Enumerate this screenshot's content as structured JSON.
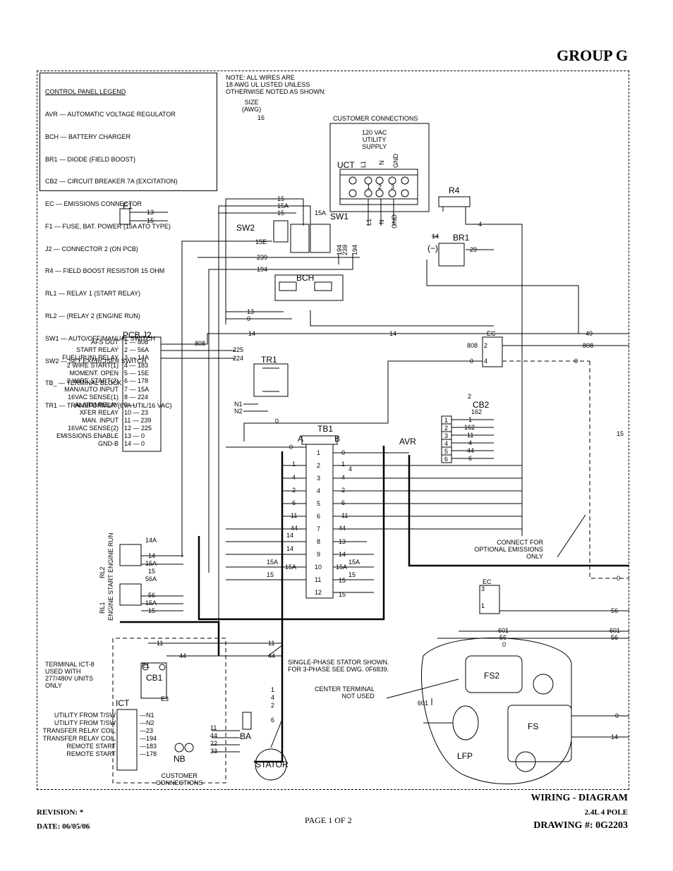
{
  "header": {
    "group": "GROUP G"
  },
  "legend": {
    "title": "CONTROL PANEL LEGEND",
    "items": [
      "AVR — AUTOMATIC VOLTAGE REGULATOR",
      "BCH — BATTERY CHARGER",
      "BR1 — DIODE (FIELD BOOST)",
      "CB2 — CIRCUIT BREAKER 7A (EXCITATION)",
      "EC — EMISSIONS CONNECTOR",
      "F1 — FUSE, BAT. POWER (15A ATO TYPE)",
      "J2 — CONNECTOR 2 (ON PCB)",
      "R4 — FIELD BOOST RESISTOR 15 OHM",
      "RL1 — RELAY 1 (START RELAY)",
      "RL2 — (RELAY 2 (ENGINE RUN)",
      "SW1 — AUTO/OFF/MANUAL SWITCH",
      "SW2 — SET EXERCISER SWITCH",
      "TB_ — TERMINAL BLOCK",
      "TR1 — TRANSFORMER (6VA UTIL/16 VAC)"
    ]
  },
  "notes": {
    "wire_note": "NOTE: ALL WIRES ARE\n18 AWG UL LISTED UNLESS\nOTHERWISE NOTED AS SHOWN:",
    "size": "SIZE\n(AWG)",
    "size_val": "16",
    "customer_connections": "CUSTOMER CONNECTIONS",
    "supply": "120 VAC\nUTILITY\nSUPPLY",
    "uct": "UCT",
    "stator_note": "SINGLE-PHASE STATOR SHOWN.\nFOR 3-PHASE SEE DWG. 0F6839.",
    "center_terminal": "CENTER TERMINAL\nNOT USED",
    "connect_emissions": "CONNECT FOR\nOPTIONAL EMISSIONS\nONLY",
    "ict_note": "TERMINAL ICT-8\nUSED WITH\n277/480V UNITS\nONLY",
    "customer_connections_bottom": "CUSTOMER\nCONNECTIONS"
  },
  "components": {
    "f1": "F1",
    "sw1": "SW1",
    "sw2": "SW2",
    "bch": "BCH",
    "r4": "R4",
    "br1": "BR1",
    "br1_minus": "(−)",
    "pcb": "PCB  J2",
    "tr1": "TR1",
    "tb1": "TB1",
    "tb_a": "A",
    "tb_b": "B",
    "avr": "AVR",
    "cb2": "CB2",
    "ec": "EC",
    "rl2": "RL2",
    "rl2_sub": "ENGINE RUN",
    "rl1": "RL1",
    "rl1_sub": "ENGINE START",
    "cb1": "CB1",
    "e1": "E1",
    "e3": "E3",
    "ict": "ICT",
    "ba": "BA",
    "nb": "NB",
    "stator": "STATOR",
    "fs2": "FS2",
    "fs": "FS",
    "lfp": "LFP"
  },
  "pcb_pins": [
    {
      "label": "AFS OUT",
      "pin": "1",
      "wire": "808"
    },
    {
      "label": "START RELAY",
      "pin": "2",
      "wire": "56A"
    },
    {
      "label": "FUEL(RUN) RELAY",
      "pin": "3",
      "wire": "14A"
    },
    {
      "label": "2 WIRE START(1)",
      "pin": "4",
      "wire": "183"
    },
    {
      "label": "MOMENT. OPEN",
      "pin": "5",
      "wire": "15E"
    },
    {
      "label": "2 WIRE START(2)",
      "pin": "6",
      "wire": "178"
    },
    {
      "label": "MAN/AUTO INPUT",
      "pin": "7",
      "wire": "15A"
    },
    {
      "label": "16VAC SENSE(1)",
      "pin": "8",
      "wire": "224"
    },
    {
      "label": "ALARM RELAY",
      "pin": "9",
      "wire": ""
    },
    {
      "label": "XFER RELAY",
      "pin": "10",
      "wire": "23"
    },
    {
      "label": "MAN. INPUT",
      "pin": "11",
      "wire": "239"
    },
    {
      "label": "16VAC SENSE(2)",
      "pin": "12",
      "wire": "225"
    },
    {
      "label": "EMISSIONS ENABLE",
      "pin": "13",
      "wire": "0"
    },
    {
      "label": "GND-B",
      "pin": "14",
      "wire": "0"
    }
  ],
  "tb1_rows": [
    {
      "n": "1",
      "l": "0",
      "r": "0"
    },
    {
      "n": "2",
      "l": "1",
      "r": "1"
    },
    {
      "n": "3",
      "l": "4",
      "r": "4"
    },
    {
      "n": "4",
      "l": "2",
      "r": "2"
    },
    {
      "n": "5",
      "l": "6",
      "r": "6"
    },
    {
      "n": "6",
      "l": "11",
      "r": "11"
    },
    {
      "n": "7",
      "l": "44",
      "r": "44"
    },
    {
      "n": "8",
      "l": "14",
      "r": "13"
    },
    {
      "n": "9",
      "l": "14",
      "r": "14"
    },
    {
      "n": "10",
      "l": "15A",
      "r": "15A"
    },
    {
      "n": "11",
      "l": "",
      "r": "15"
    },
    {
      "n": "12",
      "l": "",
      "r": "15"
    }
  ],
  "cb2_rows": [
    {
      "n": "1",
      "w": "1"
    },
    {
      "n": "2",
      "w": "162"
    },
    {
      "n": "3",
      "w": "11"
    },
    {
      "n": "4",
      "w": "4"
    },
    {
      "n": "5",
      "w": "44"
    },
    {
      "n": "6",
      "w": "6"
    }
  ],
  "ict_rows": [
    {
      "label": "UTILITY FROM T/SW",
      "w": "N1"
    },
    {
      "label": "UTILITY FROM T/SW",
      "w": "N2"
    },
    {
      "label": "TRANSFER RELAY COIL",
      "w": "23"
    },
    {
      "label": "TRANSFER RELAY COIL",
      "w": "194"
    },
    {
      "label": "REMOTE START",
      "w": "183"
    },
    {
      "label": "REMOTE START",
      "w": "178"
    }
  ],
  "wires": {
    "w13": "13",
    "w15": "15",
    "w15a": "15A",
    "w15e": "15E",
    "w239": "239",
    "w194": "194",
    "w14": "14",
    "w4": "4",
    "w29": "29",
    "w0": "0",
    "w808": "808",
    "w49": "49",
    "w225": "225",
    "w224": "224",
    "wn1": "N1",
    "wn2": "N2",
    "w1": "1",
    "w162": "162",
    "w2": "2",
    "w56": "56",
    "w56a": "56A",
    "w14a": "14A",
    "w11": "11",
    "w44": "44",
    "w22": "22",
    "w33": "33",
    "w601": "601",
    "w6": "6",
    "l1": "L1",
    "n": "N",
    "gnd": "GND",
    "uct1": "1",
    "uct2": "2",
    "uct3": "3"
  },
  "footer": {
    "revision": "REVISION: *",
    "date": "DATE: 06/05/06",
    "page": "PAGE 1 OF 2",
    "title": "WIRING - DIAGRAM",
    "subtitle": "2.4L 4 POLE",
    "drawing": "DRAWING #: 0G2203"
  }
}
